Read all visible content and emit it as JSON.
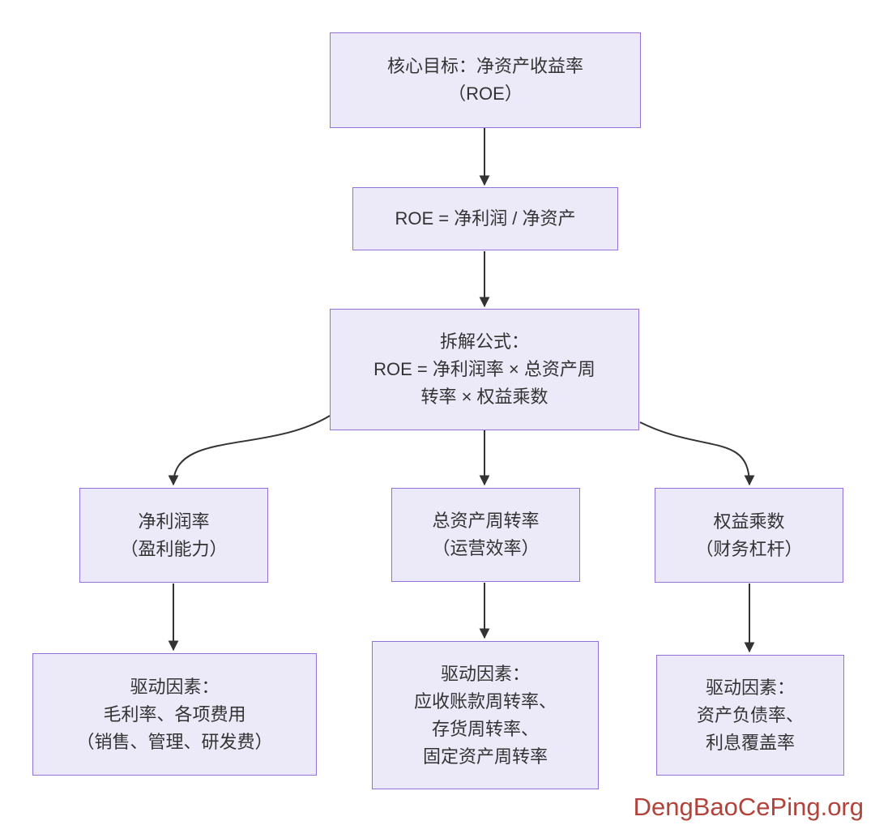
{
  "diagram": {
    "title_hint": "ROE decomposition flowchart",
    "colors": {
      "node_fill": "#eceaf8",
      "node_border": "#9370DB",
      "arrow_color": "#333333",
      "text_color": "#333333",
      "background": "#ffffff",
      "watermark_color": "#B2433A"
    },
    "nodes": {
      "core_goal": {
        "text": "核心目标：净资产收益率\n（ROE）"
      },
      "roe_formula": {
        "text": "ROE = 净利润 / 净资产"
      },
      "decompose": {
        "text": "拆解公式：\nROE = 净利润率 × 总资产周\n转率 × 权益乘数"
      },
      "net_margin": {
        "text": "净利润率\n（盈利能力）"
      },
      "asset_turnover": {
        "text": "总资产周转率\n（运营效率）"
      },
      "equity_multiplier": {
        "text": "权益乘数\n（财务杠杆）"
      },
      "margin_drivers": {
        "text": "驱动因素：\n毛利率、各项费用\n（销售、管理、研发费）"
      },
      "turnover_drivers": {
        "text": "驱动因素：\n应收账款周转率、\n存货周转率、\n固定资产周转率"
      },
      "leverage_drivers": {
        "text": "驱动因素：\n资产负债率、\n利息覆盖率"
      }
    }
  },
  "watermark": {
    "text": "DengBaoCePing.org"
  }
}
